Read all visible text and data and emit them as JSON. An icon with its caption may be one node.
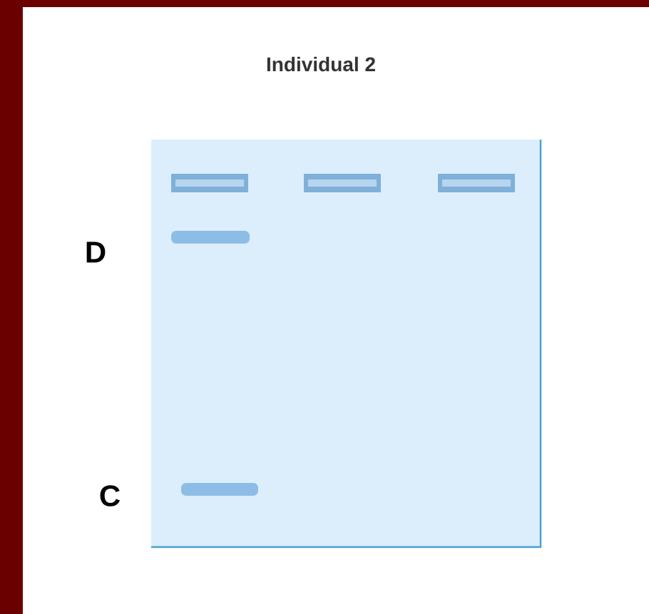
{
  "diagram": {
    "title": "Individual 2",
    "labels": [
      "D",
      "C"
    ]
  }
}
